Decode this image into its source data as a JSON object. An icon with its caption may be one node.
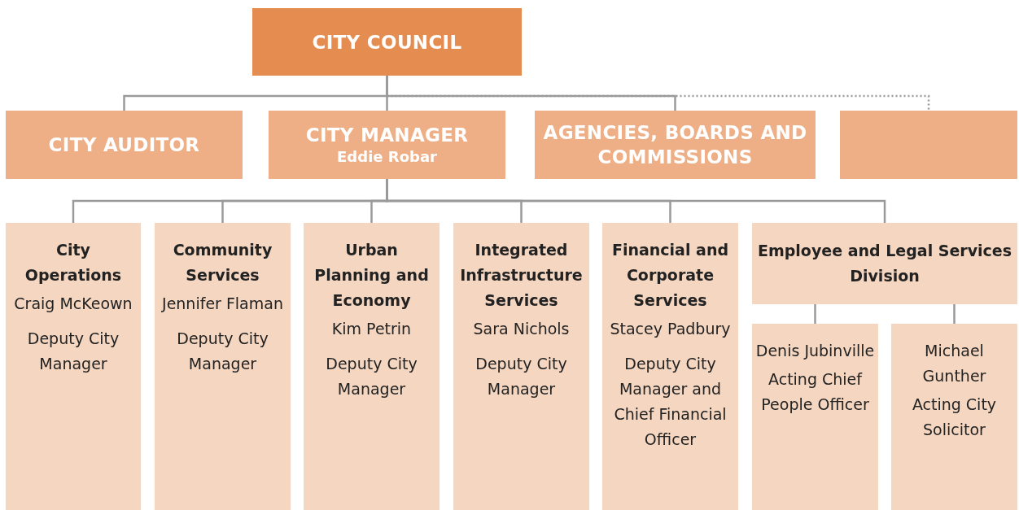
{
  "diagram": {
    "nodes": [
      {
        "text": [
          "CITY COUNCIL"
        ]
      },
      {
        "text": [
          "CITY AUDITOR"
        ]
      },
      {
        "text": [
          "CITY MANAGER",
          "Eddie Robar"
        ]
      },
      {
        "text": [
          "AGENCIES, BOARDS AND COMMISSIONS"
        ]
      },
      {
        "text": [],
        "shape": "box"
      },
      {
        "text": [
          "City Operations",
          "Craig McKeown",
          "Deputy City Manager"
        ]
      },
      {
        "text": [
          "Community Services",
          "Jennifer Flaman",
          "Deputy City Manager"
        ]
      },
      {
        "text": [
          "Urban Planning and Economy",
          "Kim Petrin",
          "Deputy City Manager"
        ]
      },
      {
        "text": [
          "Integrated Infrastructure Services",
          "Sara Nichols",
          "Deputy City Manager"
        ]
      },
      {
        "text": [
          "Financial and Corporate Services",
          "Stacey Padbury",
          "Deputy City Manager and Chief Financial Officer"
        ]
      },
      {
        "text": [
          "Employee and Legal Services Division"
        ]
      },
      {
        "text": [
          "Denis Jubinville",
          "Acting Chief People Officer"
        ]
      },
      {
        "text": [
          "Michael Gunther",
          "Acting City Solicitor"
        ]
      }
    ],
    "edges": [
      {
        "from": 0,
        "to": 1,
        "arrow": "none"
      },
      {
        "from": 0,
        "to": 2,
        "arrow": "none"
      },
      {
        "from": 0,
        "to": 3,
        "arrow": "none"
      },
      {
        "from": 0,
        "to": 4,
        "arrow": "none",
        "style": "dashed"
      },
      {
        "from": 2,
        "to": 5,
        "arrow": "none"
      },
      {
        "from": 2,
        "to": 6,
        "arrow": "none"
      },
      {
        "from": 2,
        "to": 7,
        "arrow": "none"
      },
      {
        "from": 2,
        "to": 8,
        "arrow": "none"
      },
      {
        "from": 2,
        "to": 9,
        "arrow": "none"
      },
      {
        "from": 2,
        "to": 10,
        "arrow": "none"
      },
      {
        "from": 10,
        "to": 11,
        "arrow": "none"
      },
      {
        "from": 10,
        "to": 12,
        "arrow": "none"
      }
    ]
  }
}
